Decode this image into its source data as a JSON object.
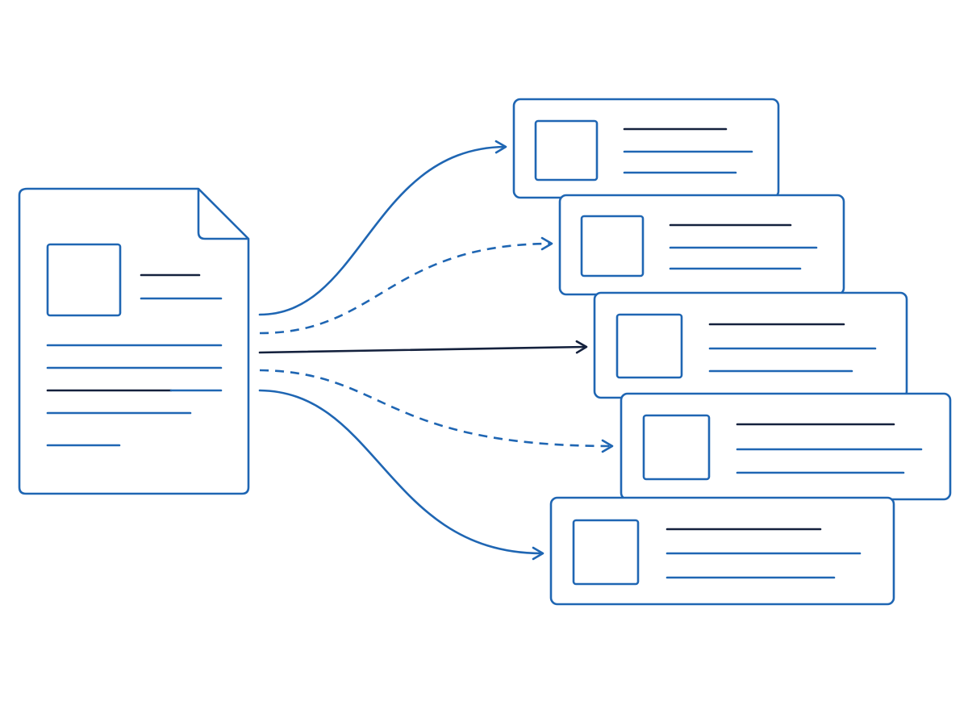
{
  "colors": {
    "background": "#ffffff",
    "primary_blue": "#1f66b3",
    "dark_navy": "#14213d"
  },
  "source_document": {
    "icon": "document-icon",
    "has_folded_corner": true,
    "has_image_placeholder": true,
    "text_line_count": 7
  },
  "connectors": [
    {
      "style": "solid",
      "color": "primary_blue",
      "target": 0
    },
    {
      "style": "dashed",
      "color": "primary_blue",
      "target": 1
    },
    {
      "style": "solid",
      "color": "dark_navy",
      "target": 2
    },
    {
      "style": "dashed",
      "color": "primary_blue",
      "target": 3
    },
    {
      "style": "solid",
      "color": "primary_blue",
      "target": 4
    }
  ],
  "cards": [
    {
      "icon": "image-placeholder-icon",
      "line_count": 3
    },
    {
      "icon": "image-placeholder-icon",
      "line_count": 3
    },
    {
      "icon": "image-placeholder-icon",
      "line_count": 3
    },
    {
      "icon": "image-placeholder-icon",
      "line_count": 3
    },
    {
      "icon": "image-placeholder-icon",
      "line_count": 3
    }
  ]
}
